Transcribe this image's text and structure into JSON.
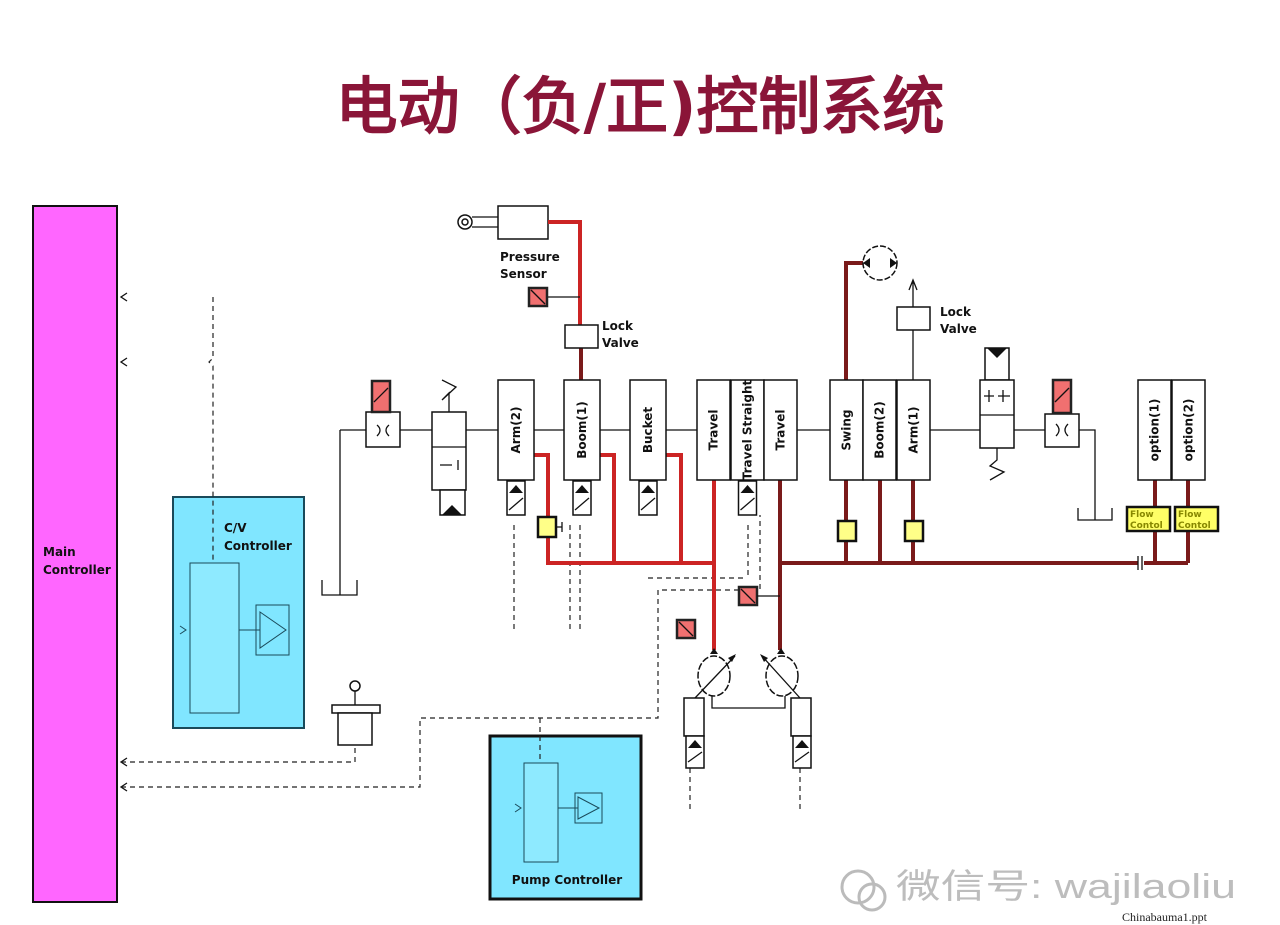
{
  "title": "电动（负/正)控制系统",
  "colors": {
    "title": "#8a1538",
    "main_controller": "#ff66ff",
    "controller": "#80e6ff",
    "pilot_line": "#cc2424",
    "pump2_line": "#7a1a1a",
    "flow_control": "#ffff66",
    "sensor": "#f07070"
  },
  "main_controller": {
    "line1": "Main",
    "line2": "Controller"
  },
  "cv_controller": {
    "line1": "C/V",
    "line2": "Controller"
  },
  "pump_controller": {
    "label": "Pump Controller"
  },
  "pressure_sensor": {
    "line1": "Pressure",
    "line2": "Sensor"
  },
  "lock_valve_left": {
    "line1": "Lock",
    "line2": "Valve"
  },
  "lock_valve_right": {
    "line1": "Lock",
    "line2": "Valve"
  },
  "spools_left": [
    "Arm(2)",
    "Boom(1)",
    "Bucket"
  ],
  "spools_travel": [
    "Travel",
    "Travel Straight",
    "Travel"
  ],
  "spools_swing": [
    "Swing",
    "Boom(2)",
    "Arm(1)"
  ],
  "spools_option": [
    "option(1)",
    "option(2)"
  ],
  "flow_control": {
    "line1": "Flow",
    "line2": "Contol"
  },
  "watermark": "微信号: wajilaoliu",
  "source": "Chinabauma1.ppt",
  "icons": [
    "pressure-sensor-icon",
    "solenoid-icon",
    "orifice-icon",
    "spring-valve-icon",
    "hydraulic-pump-icon",
    "swing-motor-icon",
    "tank-icon",
    "joystick-icon",
    "amplifier-icon"
  ]
}
